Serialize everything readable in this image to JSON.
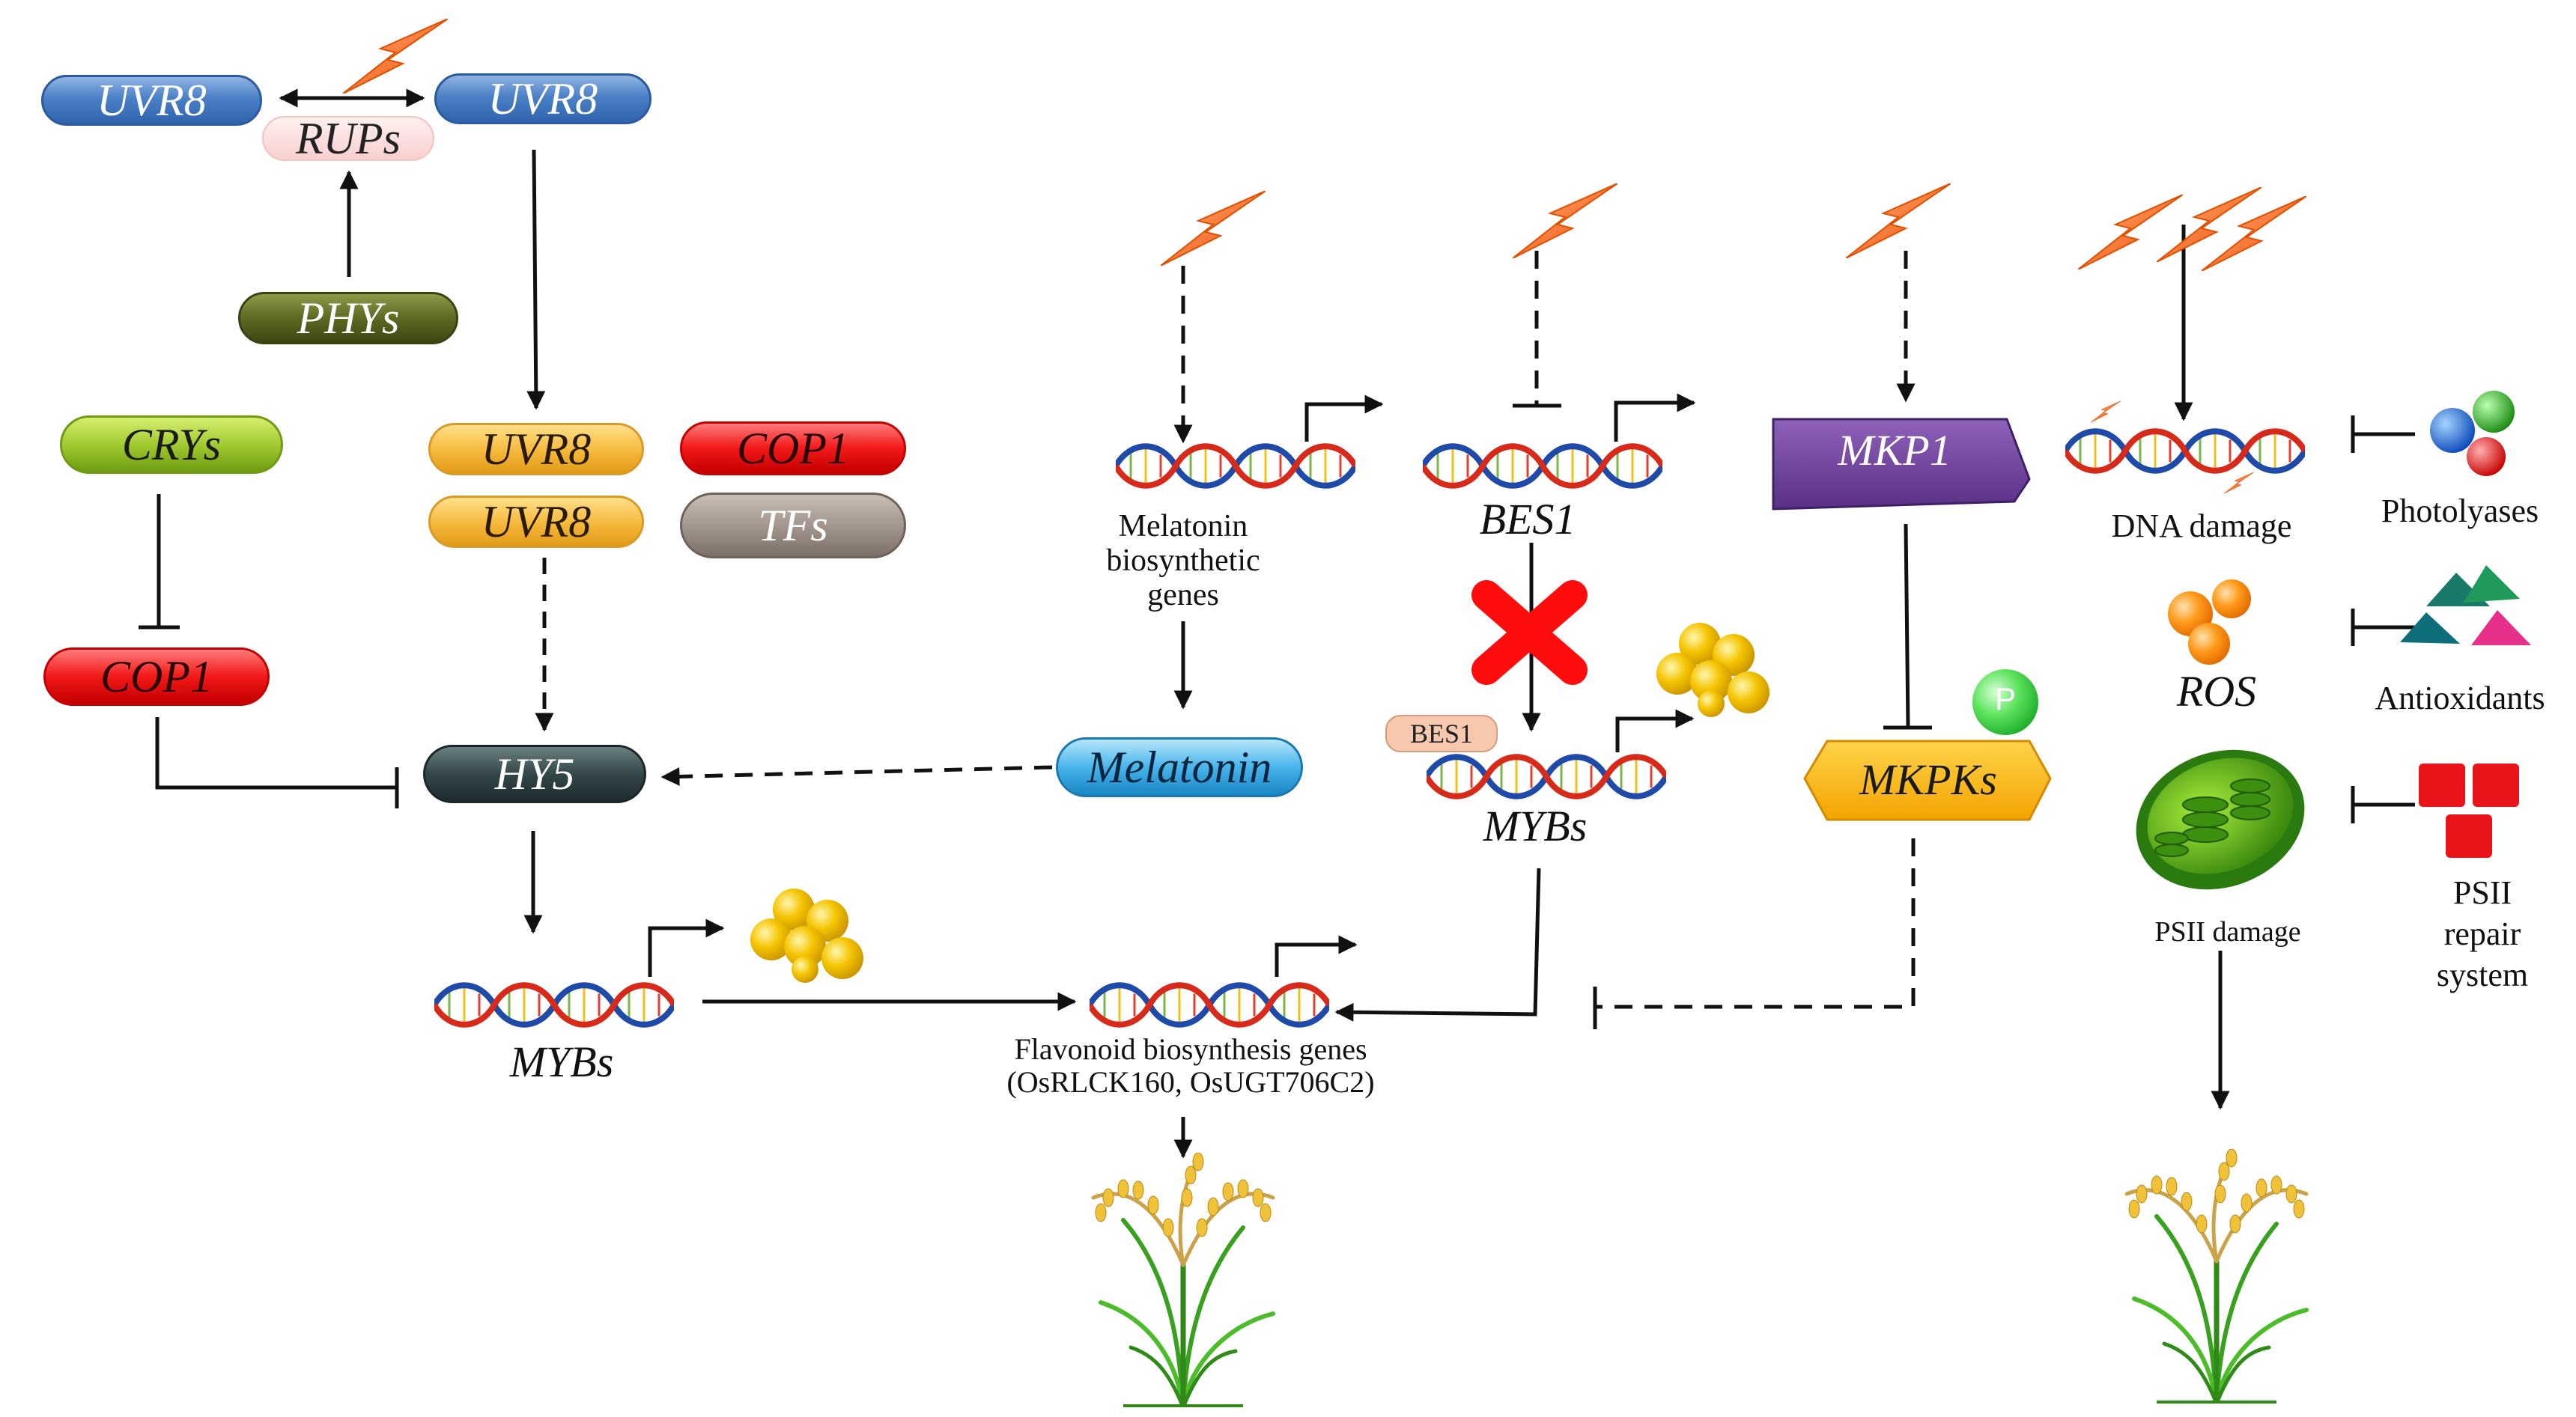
{
  "nodes": {
    "uvr8_left": "UVR8",
    "uvr8_right": "UVR8",
    "rups": "RUPs",
    "phys": "PHYs",
    "crys": "CRYs",
    "uvr8_a": "UVR8",
    "uvr8_b": "UVR8",
    "cop1_top": "COP1",
    "tfs": "TFs",
    "cop1_left": "COP1",
    "hy5": "HY5",
    "melatonin": "Melatonin",
    "mkp1": "MKP1",
    "mkpks": "MKPKs",
    "bes1_small": "BES1"
  },
  "labels": {
    "melatonin_genes": "Melatonin\nbiosynthetic\ngenes",
    "bes1": "BES1",
    "mybs_mid": "MYBs",
    "mybs_left": "MYBs",
    "flavonoid_genes": "Flavonoid biosynthesis genes\n(OsRLCK160, OsUGT706C2)",
    "dna_damage": "DNA damage",
    "photolyases": "Photolyases",
    "ros": "ROS",
    "antioxidants": "Antioxidants",
    "psii_damage": "PSII damage",
    "psii_repair": "PSII\nrepair\nsystem",
    "phospho": "P"
  },
  "colors": {
    "uv_bolt": "#ff6a1a",
    "flavonoid": "#f5c400",
    "arrow": "#111111"
  },
  "icons": [
    "uv-bolt-icon",
    "dna-icon",
    "flavonoid-cluster-icon",
    "rice-plant-icon",
    "chloroplast-icon",
    "photolyase-spheres-icon",
    "antioxidant-pyramids-icon",
    "psii-repair-blocks-icon",
    "ros-spheres-icon",
    "inhibition-cross-icon",
    "phosphate-icon"
  ]
}
